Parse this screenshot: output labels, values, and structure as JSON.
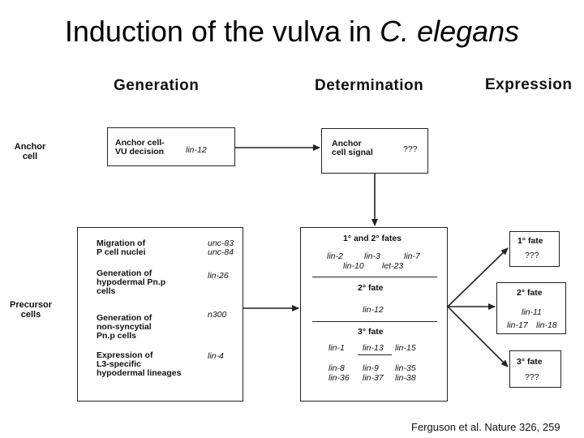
{
  "title": {
    "main": "Induction of the vulva in ",
    "species": "C. elegans"
  },
  "columns": {
    "generation": "Generation",
    "determination": "Determination",
    "expression": "Expression"
  },
  "rows": {
    "anchor": [
      "Anchor",
      "cell"
    ],
    "precursor": [
      "Precursor",
      "cells"
    ]
  },
  "anchor_generation": {
    "text": [
      "Anchor cell-",
      "VU decision"
    ],
    "gene": "lin-12"
  },
  "anchor_signal": {
    "text": [
      "Anchor",
      "cell signal"
    ],
    "unknown": "???"
  },
  "precursor_generation": [
    {
      "text": [
        "Migration of",
        "P cell nuclei"
      ],
      "genes": [
        "unc-83",
        "unc-84"
      ]
    },
    {
      "text": [
        "Generation of",
        "hypodermal Pn.p",
        "cells"
      ],
      "genes": [
        "lin-26"
      ]
    },
    {
      "text": [
        "Generation of",
        "non-syncytial",
        "Pn.p cells"
      ],
      "genes": [
        "n300"
      ]
    },
    {
      "text": [
        "Expression of",
        "L3-specific",
        "hypodermal lineages"
      ],
      "genes": [
        "lin-4"
      ]
    }
  ],
  "determination_fates": {
    "primary_secondary": {
      "label": "1° and 2° fates",
      "genes_row1": [
        "lin-2",
        "lin-3",
        "lin-7"
      ],
      "genes_row2": [
        "lin-10",
        "let-23"
      ]
    },
    "secondary": {
      "label": "2° fate",
      "genes": [
        "lin-12"
      ]
    },
    "tertiary": {
      "label": "3° fate",
      "genes_row1": [
        "lin-1",
        "lin-13",
        "lin-15"
      ],
      "genes_row2": [
        "lin-8",
        "lin-9",
        "lin-35"
      ],
      "genes_row3": [
        "lin-36",
        "lin-37",
        "lin-38"
      ]
    }
  },
  "expression": {
    "primary": {
      "label": "1° fate",
      "genes": [
        "???"
      ]
    },
    "secondary": {
      "label": "2° fate",
      "genes_row1": [
        "lin-11"
      ],
      "genes_row2": [
        "lin-17",
        "lin-18"
      ]
    },
    "tertiary": {
      "label": "3° fate",
      "genes": [
        "???"
      ]
    }
  },
  "citation": "Ferguson et al. Nature 326, 259"
}
